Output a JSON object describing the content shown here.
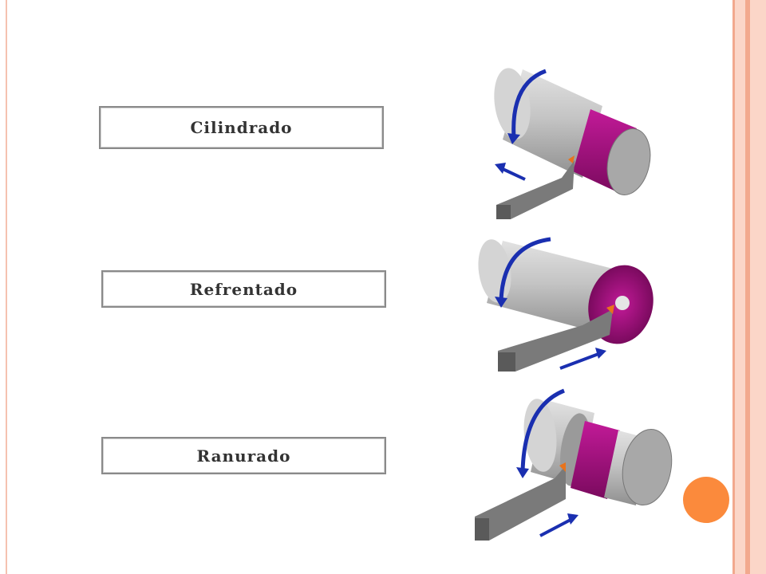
{
  "slide": {
    "labels": [
      "Cilindrado",
      "Refrentado",
      "Ranurado"
    ]
  },
  "colors": {
    "border_accent": "#f5c2b0",
    "right_band_light": "#fbd6c8",
    "right_band_dark": "#f2a98e",
    "workpiece_grey": "#bdbdbd",
    "machined_magenta": "#a0107e",
    "tool_grey": "#6e6e6e",
    "motion_arrow_blue": "#1a2fb0",
    "cutting_edge_orange": "#e8731c",
    "decor_circle_orange": "#fb8a3c"
  },
  "illustrations": [
    {
      "operation": "cilindrado-illustration"
    },
    {
      "operation": "refrentado-illustration"
    },
    {
      "operation": "ranurado-illustration"
    }
  ]
}
